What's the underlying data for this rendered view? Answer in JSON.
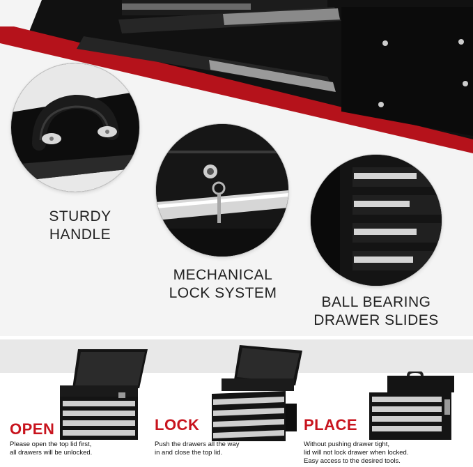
{
  "features": [
    {
      "line1": "STURDY",
      "line2": "HANDLE"
    },
    {
      "line1": "MECHANICAL",
      "line2": "LOCK SYSTEM"
    },
    {
      "line1": "BALL BEARING",
      "line2": "DRAWER SLIDES"
    }
  ],
  "steps": [
    {
      "title": "OPEN",
      "line1": "Please open the top lid first,",
      "line2": "all drawers will be unlocked.",
      "line3": ""
    },
    {
      "title": "LOCK",
      "line1": "Push the drawers all the way",
      "line2": "in and close the top lid.",
      "line3": ""
    },
    {
      "title": "PLACE",
      "line1": "Without pushing drawer tight,",
      "line2": "lid will not lock drawer when locked.",
      "line3": "Easy access to the desired tools."
    }
  ],
  "colors": {
    "accent_red": "#c8141e",
    "chest_black": "#141414",
    "panel_gray": "#f4f4f4",
    "drawer_silver": "#cfcfcf"
  }
}
